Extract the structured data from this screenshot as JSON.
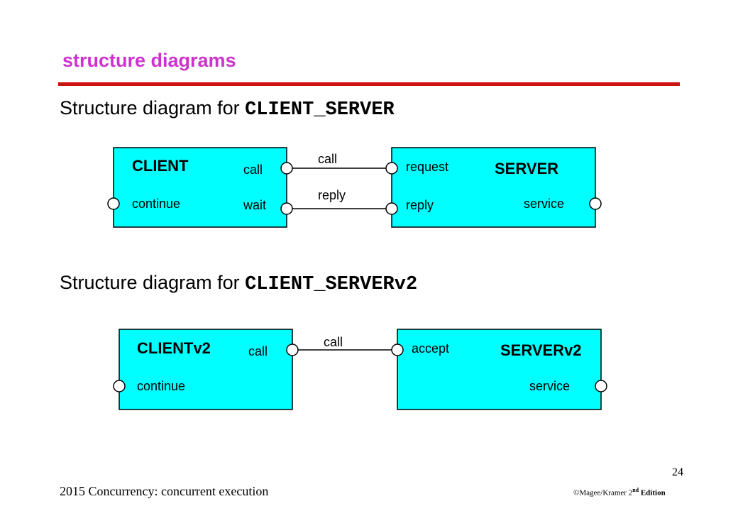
{
  "slide": {
    "title": "structure diagrams",
    "heading1": {
      "prefix": "Structure diagram for ",
      "code": "CLIENT_SERVER"
    },
    "heading2": {
      "prefix": "Structure diagram for ",
      "code": "CLIENT_SERVERv2"
    }
  },
  "diagram1": {
    "client": {
      "name": "CLIENT",
      "port_call": "call",
      "port_wait": "wait",
      "port_continue": "continue"
    },
    "server": {
      "name": "SERVER",
      "port_request": "request",
      "port_reply": "reply",
      "port_service": "service"
    },
    "link_call": "call",
    "link_reply": "reply"
  },
  "diagram2": {
    "client": {
      "name": "CLIENTv2",
      "port_call": "call",
      "port_continue": "continue"
    },
    "server": {
      "name": "SERVERv2",
      "port_accept": "accept",
      "port_service": "service"
    },
    "link_call": "call"
  },
  "colors": {
    "box_fill": "#00ffff",
    "title": "#cc33cc",
    "rule": "#cc1111"
  },
  "footer": {
    "left": "2015  Concurrency: concurrent execution",
    "page": "24",
    "copyright_prefix": "©Magee/Kramer 2",
    "copyright_sup": "nd",
    "copyright_suffix": " Edition"
  }
}
